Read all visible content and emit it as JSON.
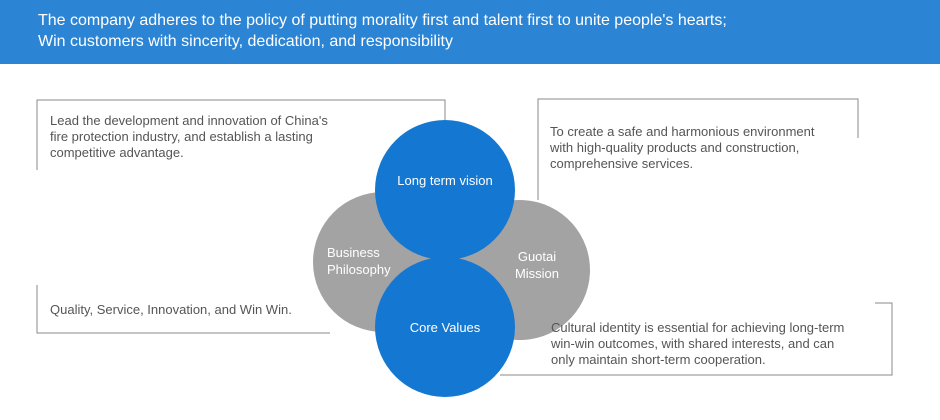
{
  "header": {
    "line1": "The company adheres to the policy of putting morality first and talent first to unite people's hearts;",
    "line2": "Win customers with sincerity, dedication, and responsibility"
  },
  "callouts": {
    "vision": [
      "Lead the development and innovation of China's",
      "fire protection industry, and establish a lasting",
      "competitive advantage."
    ],
    "mission": [
      "To create a safe and harmonious environment",
      "with high-quality products and construction,",
      "comprehensive services."
    ],
    "philosophy": [
      "Quality, Service, Innovation, and Win Win."
    ],
    "values": [
      "Cultural identity is essential for achieving long-term",
      "win-win outcomes, with shared interests, and can",
      "only maintain short-term cooperation."
    ]
  },
  "petals": {
    "vision": "Long term vision",
    "mission": [
      "Guotai",
      "Mission"
    ],
    "philosophy": [
      "Business",
      "Philosophy"
    ],
    "values": "Core Values"
  },
  "colors": {
    "banner": "#2b84d4",
    "blue": "#1478d2",
    "gray": "#a3a3a3",
    "line": "#8a8a8a",
    "text": "#555555"
  }
}
